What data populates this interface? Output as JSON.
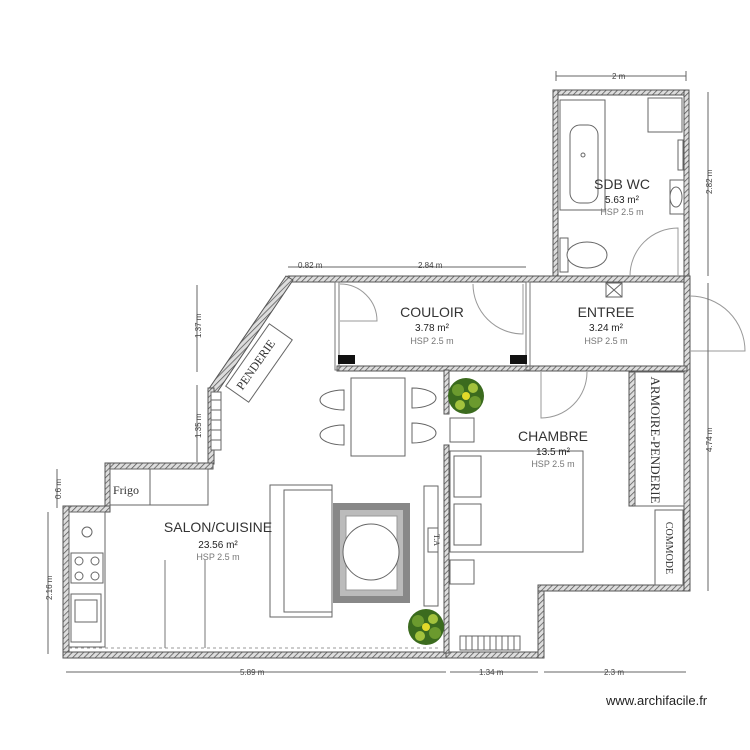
{
  "rooms": {
    "sdb": {
      "name": "SDB WC",
      "area": "5.63 m²",
      "hsp": "HSP 2.5 m"
    },
    "couloir": {
      "name": "COULOIR",
      "area": "3.78 m²",
      "hsp": "HSP 2.5 m"
    },
    "entree": {
      "name": "ENTREE",
      "area": "3.24 m²",
      "hsp": "HSP 2.5 m"
    },
    "chambre": {
      "name": "CHAMBRE",
      "area": "13.5 m²",
      "hsp": "HSP 2.5 m"
    },
    "salon": {
      "name": "SALON/CUISINE",
      "area": "23.56 m²",
      "hsp": "HSP 2.5 m"
    }
  },
  "dimensions": {
    "sdb_width": "2 m",
    "sdb_height": "2.82 m",
    "top_left_small": "0.82 m",
    "couloir_width": "2.84 m",
    "left_upper": "1.37 m",
    "left_mid": "1.35 m",
    "left_small": "0.6 m",
    "left_lower": "2.16 m",
    "right_height": "4.74 m",
    "bottom_salon": "5.89 m",
    "bottom_mid": "1.34 m",
    "bottom_right": "2.3 m"
  },
  "labels": {
    "penderie": "PENDERIE",
    "armoire": "ARMOIRE-PENDERIE",
    "commode": "COMMODE",
    "frigo": "Frigo",
    "ta": "T.A"
  },
  "watermark": "www.archifacile.fr"
}
